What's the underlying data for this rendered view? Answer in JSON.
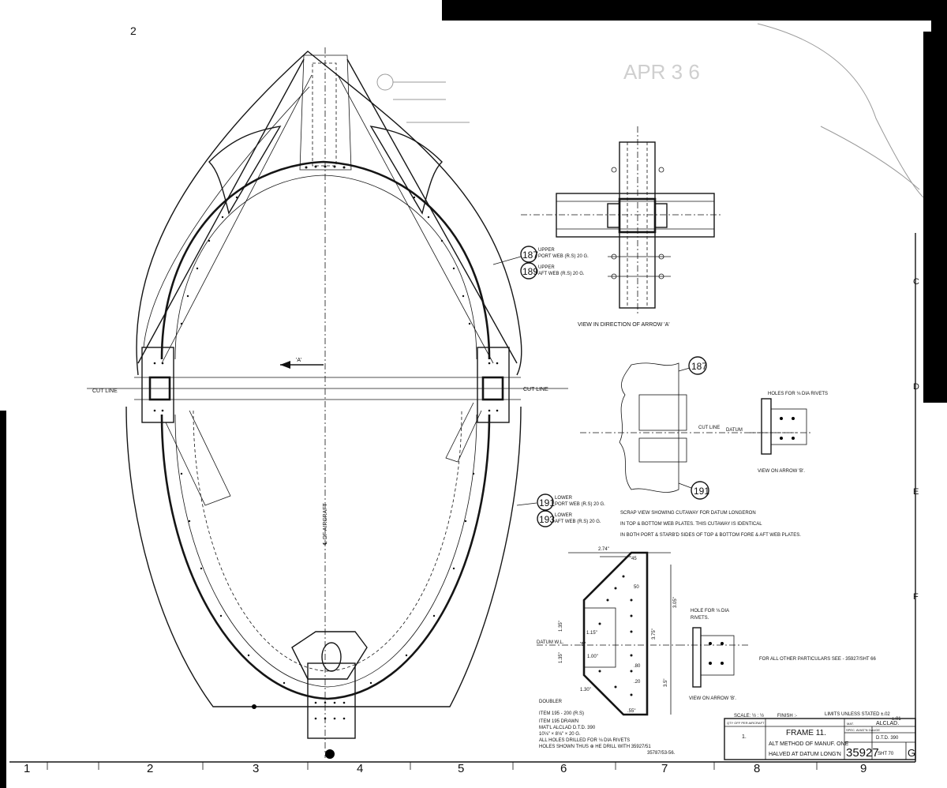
{
  "page": {
    "grid_top_number": "2"
  },
  "bubbles": {
    "b187": "187",
    "b189": "189",
    "b191": "191",
    "b193": "193",
    "b187_detail": "187",
    "b191_detail": "191"
  },
  "callouts": {
    "upper_port": "UPPER",
    "upper_port_web": "PORT WEB (R.S) 20 G.",
    "upper_aft": "UPPER",
    "upper_aft_web": "AFT WEB (R.S) 20 G.",
    "lower_port": "LOWER",
    "lower_port_web": "PORT WEB (R.S) 20 G.",
    "lower_aft": "LOWER",
    "lower_aft_web": "AFT WEB (R.S) 20 G."
  },
  "labels": {
    "cut_line_left": "CUT LINE",
    "cut_line_right": "CUT LINE",
    "arrow_a": "'A'",
    "arrow_b": "'B'",
    "centerline": "℄ OF AIRCRAFT",
    "view_arrow_a": "VIEW IN DIRECTION OF ARROW 'A'",
    "view_arrow_b_top": "VIEW ON ARROW 'B'.",
    "view_arrow_b_bottom": "VIEW ON ARROW 'B'.",
    "holes_note_top": "HOLES FOR ⅛ DIA RIVETS",
    "holes_note_mid": "HOLE FOR ⅛ DIA",
    "holes_note_mid2": "RIVETS.",
    "datum_wl": "DATUM W.L.",
    "datum": "DATUM",
    "cut_line_detail": "CUT LINE"
  },
  "scrap_view_note": [
    "SCRAP VIEW SHOWING CUTAWAY FOR DATUM LONGERON",
    "IN TOP & BOTTOM WEB PLATES. THIS CUTAWAY IS IDENTICAL",
    "IN BOTH PORT & STARB'D SIDES OF TOP & BOTTOM FORE & AFT WEB PLATES."
  ],
  "doubler_note": [
    "DOUBLER",
    "ITEM 195 - 200 (R.S)",
    "ITEM 195 DRAWN",
    "MAT'L ALCLAD D.T.D. 390",
    "10⅛\" × 8⅛\" × 20 G.",
    "ALL HOLES DRILLED FOR ⅛ DIA RIVETS",
    "HOLES SHOWN THUS ⊕ HE DRILL WITH 35927/51",
    "35787/53-56."
  ],
  "particulars_note": "FOR ALL OTHER PARTICULARS SEE - 35927/SHT 66",
  "dimensions": {
    "d_top": "2.74\"",
    "d_45": "45",
    "d_vert1": "3.05\"",
    "d_vert2": "3.75\"",
    "d_bot": "3.5\"",
    "d_135": "1.35\"",
    "d_135b": "1.35\"",
    "d_115": "1.15\"",
    "d_100": "1.00\"",
    "d_50": "50",
    "d_80": ".80",
    "d_20": ".20",
    "d_30": "1.30\"",
    "d_55": ".55\""
  },
  "title_block": {
    "scale": "SCALE: ½ : ½",
    "finish": "FINISH :-",
    "limits": "LIMITS UNLESS STATED ±.02",
    "limits2": "±.01",
    "qty_header": "QTY OFF PER AIRCRAFT",
    "qty": "1.",
    "title1": "FRAME 11.",
    "title2": "ALT METHOD OF MANUF. ONE",
    "title3": "HALVED AT DATUM LONG'N",
    "mat_label": "MAT.",
    "mat_value": "ALCLAD.",
    "spec_label": "SPEC. AVIAT'N GAUGE",
    "spec_value": "D.T.D. 390",
    "drawing_number": "35927",
    "sheet": "SHT 70",
    "issue": "G"
  },
  "ruler": [
    "1",
    "2",
    "3",
    "4",
    "5",
    "6",
    "7",
    "8",
    "9"
  ],
  "right_margin_letters": [
    "C",
    "D",
    "E",
    "F"
  ],
  "stamp": "APR 3 6"
}
